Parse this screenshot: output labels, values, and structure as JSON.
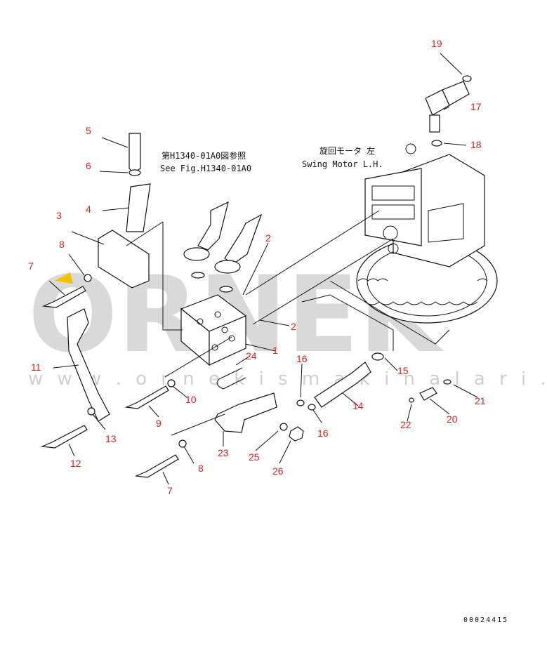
{
  "watermark": {
    "main": "ORNEK",
    "url": "w w w . o r n e k i s m a k i n a l a r i . c o m . t r"
  },
  "notes": {
    "ref_jp": "第H1340-01A0図参照",
    "ref_en": "See Fig.H1340-01A0",
    "motor_jp": "旋回モータ 左",
    "motor_en": "Swing Motor L.H."
  },
  "drawing_code": "00024415",
  "callouts": {
    "c1": "1",
    "c2a": "2",
    "c2b": "2",
    "c3": "3",
    "c4": "4",
    "c5": "5",
    "c6": "6",
    "c7a": "7",
    "c7b": "7",
    "c8a": "8",
    "c8b": "8",
    "c9": "9",
    "c10": "10",
    "c11": "11",
    "c12": "12",
    "c13": "13",
    "c14": "14",
    "c15": "15",
    "c16a": "16",
    "c16b": "16",
    "c17": "17",
    "c18": "18",
    "c19": "19",
    "c20": "20",
    "c21": "21",
    "c22": "22",
    "c23": "23",
    "c24": "24",
    "c25": "25",
    "c26": "26"
  },
  "colors": {
    "callout": "#d62020",
    "line": "#111111",
    "watermark": "#d9d9d9"
  }
}
